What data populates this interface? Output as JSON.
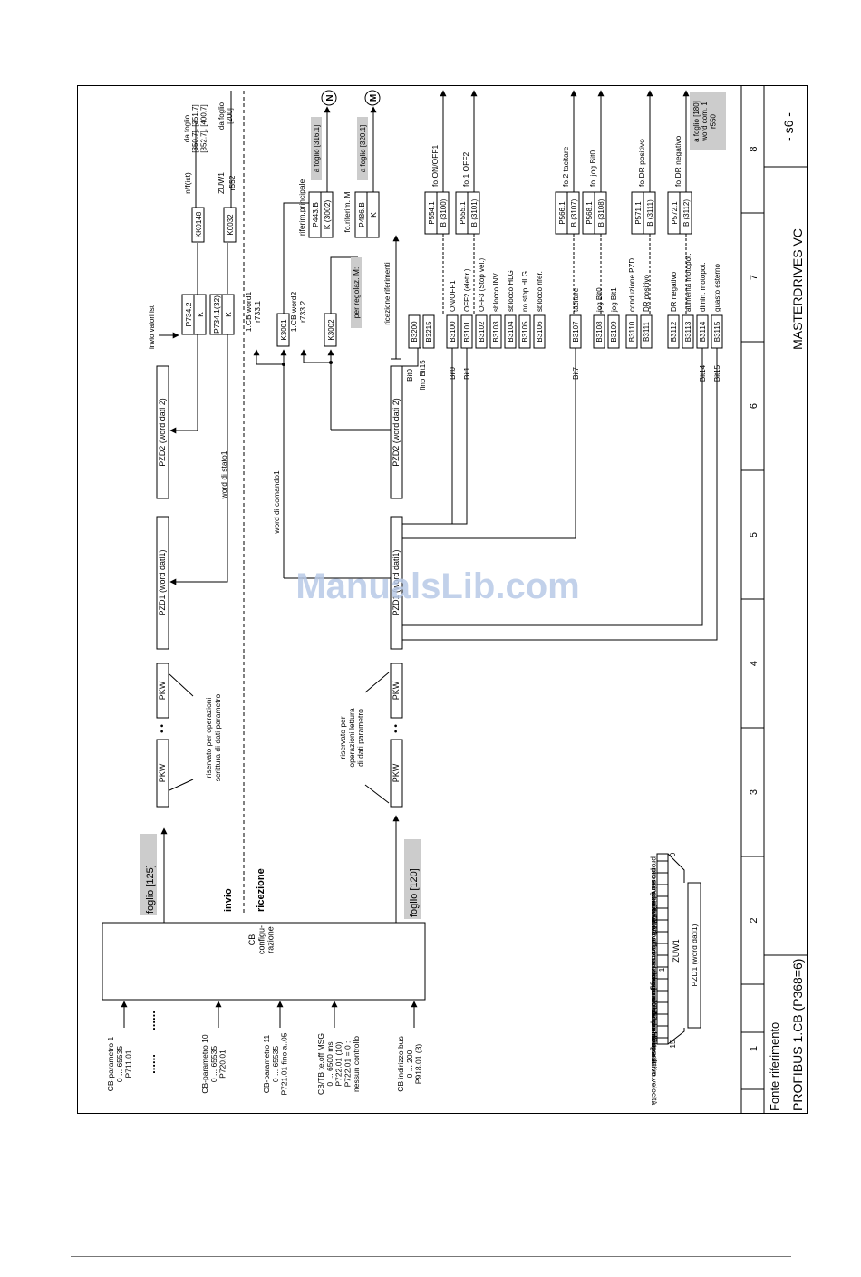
{
  "sheet": {
    "title": "PROFIBUS 1.CB (P368=6)",
    "subtitle": "Fonte riferimento",
    "product": "MASTERDRIVES VC",
    "sheet_no": "- s6 -",
    "columns": [
      "1",
      "2",
      "3",
      "4",
      "5",
      "6",
      "7",
      "8"
    ]
  },
  "cb": {
    "box_label": "CB\nconfigu-\nrazione",
    "params": [
      {
        "label": "CB-parametro 1\n0 ... 65535\nP711.01"
      },
      {
        "label": "CB-parametro 10\n0 ... 65535\nP720.01"
      },
      {
        "label": "CB-parametro 11\n0 ... 65535\nP721.01 fino a..05"
      },
      {
        "label": "CB/TB te.off MSG\n0 ... 6500 ms\nP722.01 (10)\nP722.01 = 0 :\nnessun controllo"
      },
      {
        "label": "CB  indirizzo bus\n0 ... 200\nP918.01 (3)"
      }
    ],
    "dots": "......",
    "send_label": "invio",
    "receive_label": "ricezione",
    "sheet_ref_send": "foglio [125]",
    "sheet_ref_recv": "foglio [120]"
  },
  "send": {
    "pkw": "PKW",
    "pkw_note": "riservato per operazioni\nscrittura di dati parametro",
    "pzd1": "PZD1 (word dati1)",
    "pzd2": "PZD2 (word dati 2)",
    "status_word": "word di stato1",
    "actual_send": "invio valori ist",
    "p734_2": "P734.2",
    "p734_1": "P734.1(32)",
    "k": "K",
    "kk0148": "KK0148",
    "k0032": "K0032",
    "n_ist": "n/f(ist)",
    "zuw1": "ZUW1",
    "r552": "r552",
    "da_foglio_1": "da foglio\n[350.7], [351.7]\n[352.7], [400.7]",
    "da_foglio_2": "da foglio\n[200]"
  },
  "receive": {
    "pkw": "PKW",
    "pkw_note": "riservato per\noperazioni lettura\ndi dati parametro",
    "pzd1": "PZD1 (word dati1)",
    "pzd2": "PZD2 (word dati 2)",
    "command_word": "word di comando1",
    "cb_word1": "1.CB word1\nr733.1",
    "cb_word2": "1.CB word2\nr733.2",
    "k3001": "K3001",
    "k3002": "K3002",
    "main_ref": "riferim.principale",
    "p443": "P443.B",
    "k3002_b": "K (3002)",
    "foglio_316": "a foglio [316.1]",
    "n_marker": "N",
    "ref_m": "fo.riferim. M",
    "p486": "P486.B",
    "k_plain": "K",
    "foglio_320": "a foglio [320.1]",
    "m_marker": "M",
    "per_regolaz": "per regolaz. M:",
    "ricezione_rif": "ricezione riferimenti",
    "b3200": "B3200",
    "b3215": "B3215",
    "bit0_a": "Bit0",
    "fino_bit15": "fino Bit15",
    "bits": [
      {
        "b": "B3100",
        "bit": "Bit0",
        "text": "ON/OFF1"
      },
      {
        "b": "B3101",
        "bit": "Bit1",
        "text": "OFF2 (elettr.)"
      },
      {
        "b": "B3102",
        "bit": "",
        "text": "OFF3 (Stop vel.)"
      },
      {
        "b": "B3103",
        "bit": "",
        "text": "sblocco INV"
      },
      {
        "b": "B3104",
        "bit": "",
        "text": "sblocco HLG"
      },
      {
        "b": "B3105",
        "bit": "",
        "text": "no stop HLG"
      },
      {
        "b": "B3106",
        "bit": "",
        "text": "sblocco rifer."
      },
      {
        "b": "B3107",
        "bit": "Bit7",
        "text": "tacitare"
      },
      {
        "b": "B3108",
        "bit": "",
        "text": "jog Bit0"
      },
      {
        "b": "B3109",
        "bit": "",
        "text": "jog Bit1"
      },
      {
        "b": "B3110",
        "bit": "",
        "text": "conduzione PZD"
      },
      {
        "b": "B3111",
        "bit": "",
        "text": "DR positivo"
      },
      {
        "b": "B3112",
        "bit": "",
        "text": "DR negativo"
      },
      {
        "b": "B3113",
        "bit": "",
        "text": "aumenta motopot."
      },
      {
        "b": "B3114",
        "bit": "Bit14",
        "text": "dimin. motopot."
      },
      {
        "b": "B3115",
        "bit": "Bit15",
        "text": "guasto esterno"
      }
    ],
    "params": [
      {
        "p": "P554.1",
        "b": "B (3100)",
        "out": "fo.ON/OFF1"
      },
      {
        "p": "P555.1",
        "b": "B (3101)",
        "out": "fo.1 OFF2"
      },
      {
        "p": "P566.1",
        "b": "B (3107)",
        "out": "fo.2 tacitare"
      },
      {
        "p": "P568.1",
        "b": "B (3108)",
        "out": "fo. jog Bit0"
      },
      {
        "p": "P571.1",
        "b": "B (3111)",
        "out": "fo.DR positivo"
      },
      {
        "p": "P572.1",
        "b": "B (3112)",
        "out": "fo.DR negativo"
      }
    ],
    "foglio_180": "a foglio [180]\nword com. 1\nr550"
  },
  "zuw1": {
    "title": "ZUW1",
    "pzd": "PZD1 (word dati1)",
    "bit_first": "0",
    "bit_mid": "1",
    "bit_last": "15",
    "items": [
      "pronto a inserzione",
      "pronto al servizio",
      "servizio",
      "guasto attivo",
      "OFF2 attivo",
      "OFF3 attivo",
      "blocco inserzione",
      "allarme attivo",
      "scostamento rif./ist",
      "conduzione PZD",
      "raggiunto rif. confronto",
      "guasto tensione bassa",
      "comando HS",
      "datore rampa attivo",
      "pos./neg. riferim.velocità",
      "riserva"
    ]
  },
  "watermark": "ManualsLib.com"
}
